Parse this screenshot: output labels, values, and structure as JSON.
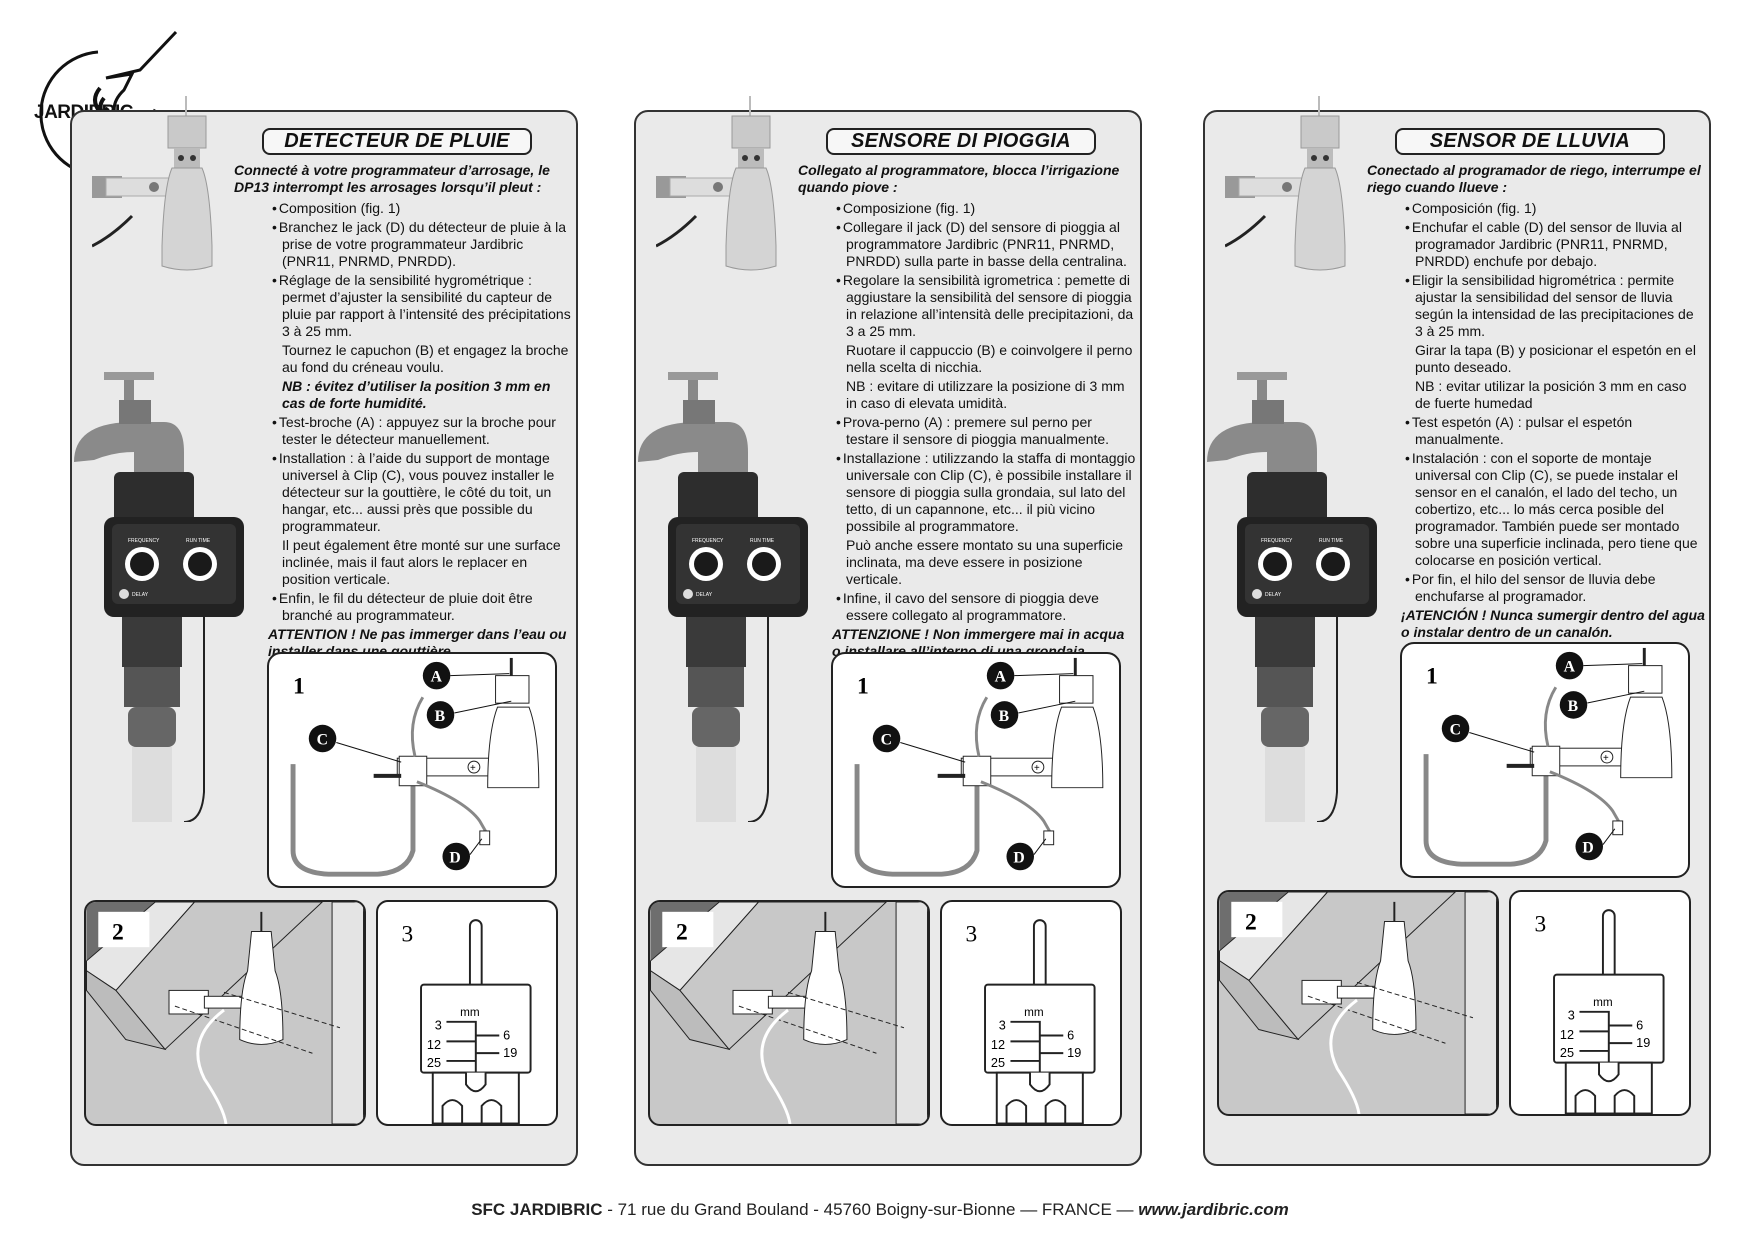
{
  "brand": {
    "logo_text": "JARDIBRIC"
  },
  "panels": [
    {
      "lang": "fr",
      "title": "DETECTEUR DE PLUIE",
      "intro": "Connecté à votre programmateur d’arrosage, le DP13 interrompt les arrosages lorsqu’il pleut :",
      "items": [
        {
          "type": "bullet",
          "text": "Composition (fig. 1)"
        },
        {
          "type": "bullet",
          "text": "Branchez le jack (D) du détecteur de pluie à la prise de votre programmateur Jardibric (PNR11, PNRMD, PNRDD)."
        },
        {
          "type": "bullet",
          "text": "Réglage de la sensibilité hygrométrique : permet d’ajuster la sensibilité du capteur de pluie par rapport à l’intensité des précipitations 3 à 25 mm."
        },
        {
          "type": "plain",
          "text": "Tournez le capuchon (B) et engagez la broche au fond du créneau voulu."
        },
        {
          "type": "nb",
          "text": "NB : évitez d’utiliser la position 3 mm en cas de forte humidité."
        },
        {
          "type": "bullet",
          "text": "Test-broche (A) : appuyez sur la broche pour tester le détecteur manuellement."
        },
        {
          "type": "bullet",
          "text": "Installation : à l’aide du support de montage universel à Clip (C), vous pouvez installer le détecteur sur la gouttière, le côté du toit, un hangar, etc... aussi près que possible du programmateur."
        },
        {
          "type": "plain",
          "text": "Il peut également être monté sur une surface inclinée, mais il faut alors le replacer en position verticale."
        },
        {
          "type": "bullet",
          "text": "Enfin, le fil du détecteur de pluie doit être branché au programmateur."
        }
      ],
      "warning": {
        "before": "ATTENTION ! Ne pas immerger dans l’eau ou installer ",
        "underlined": "dans",
        "after": " une gouttière."
      }
    },
    {
      "lang": "it",
      "title": "SENSORE DI PIOGGIA",
      "intro": "Collegato al programmatore, blocca l’irrigazione quando piove :",
      "items": [
        {
          "type": "bullet",
          "text": "Composizione (fig. 1)"
        },
        {
          "type": "bullet",
          "text": "Collegare il jack (D) del sensore di pioggia al programmatore Jardibric (PNR11, PNRMD, PNRDD) sulla parte in basse della centralina."
        },
        {
          "type": "bullet",
          "text": "Regolare la sensibilità igrometrica : pemette di aggiustare la sensibilità del sensore di pioggia in relazione all’intensità delle precipitazioni, da 3 a 25 mm."
        },
        {
          "type": "plain",
          "text": "Ruotare il cappuccio (B) e coinvolgere il perno nella scelta di nicchia."
        },
        {
          "type": "plain",
          "text": "NB : evitare di utilizzare la posizione di 3 mm in caso di elevata umidità."
        },
        {
          "type": "bullet",
          "text": "Prova-perno (A) : premere sul perno per testare il sensore di pioggia manualmente."
        },
        {
          "type": "bullet",
          "text": "Installazione : utilizzando la staffa di montaggio universale con Clip (C), è possibile installare il sensore di pioggia sulla grondaia, sul lato del tetto, di un capannone, etc... il più vicino possibile al programmatore."
        },
        {
          "type": "plain",
          "text": "Può anche essere montato su una superficie inclinata, ma deve essere in posizione verticale."
        },
        {
          "type": "bullet",
          "text": "Infine, il cavo del sensore di pioggia deve essere collegato al programmatore."
        }
      ],
      "warning": {
        "before": "ATTENZIONE ! Non immergere mai in acqua o installare ",
        "underlined": "all’interno",
        "after": " di una grondaia."
      }
    },
    {
      "lang": "es",
      "title": "SENSOR DE LLUVIA",
      "intro": "Conectado al programador de riego, interrumpe el riego cuando llueve :",
      "items": [
        {
          "type": "bullet",
          "text": "Composición (fig. 1)"
        },
        {
          "type": "bullet",
          "text": "Enchufar el cable (D) del sensor de lluvia al programador Jardibric (PNR11, PNRMD, PNRDD) enchufe por debajo."
        },
        {
          "type": "bullet",
          "text": "Eligir la sensibilidad higrométrica : permite ajustar la sensibilidad del sensor de lluvia según la intensidad de las precipitaciones de 3 à 25 mm."
        },
        {
          "type": "plain",
          "text": "Girar la tapa (B) y posicionar el espetón en el punto deseado."
        },
        {
          "type": "plain",
          "text": "NB : evitar utilizar la posición 3 mm en caso de fuerte humedad"
        },
        {
          "type": "bullet",
          "text": "Test espetón (A) : pulsar el espetón manualmente."
        },
        {
          "type": "bullet",
          "text": "Instalación : con el soporte de montaje universal con Clip (C), se puede instalar el sensor en el canalón, el lado del techo, un cobertizo, etc... lo más cerca posible del programador. También puede ser montado sobre una superficie inclinada, pero tiene que colocarse en posición vertical."
        },
        {
          "type": "bullet",
          "text": "Por fin, el hilo del sensor de lluvia debe enchufarse al programador."
        }
      ],
      "warning": {
        "before": "¡ATENCIÓN ! Nunca sumergir dentro del agua o instalar dentro de un canalón.",
        "underlined": "",
        "after": ""
      }
    }
  ],
  "figures": {
    "fig1_number": "1",
    "fig2_number": "2",
    "fig3_number": "3",
    "callouts": [
      "A",
      "B",
      "C",
      "D"
    ],
    "scale_unit": "mm",
    "scale_left": [
      "3",
      "12",
      "25"
    ],
    "scale_right": [
      "6",
      "19"
    ],
    "timer_labels": {
      "frequency": "FREQUENCY",
      "run_time": "RUN TIME",
      "delay": "DELAY"
    }
  },
  "footer": {
    "company": "SFC JARDIBRIC",
    "address": " - 71 rue du Grand Bouland - 45760 Boigny-sur-Bionne — FRANCE — ",
    "website": "www.jardibric.com"
  },
  "colors": {
    "panel_bg": "#eaeaea",
    "border": "#333333",
    "figure_grey": "#c8c8c8"
  }
}
